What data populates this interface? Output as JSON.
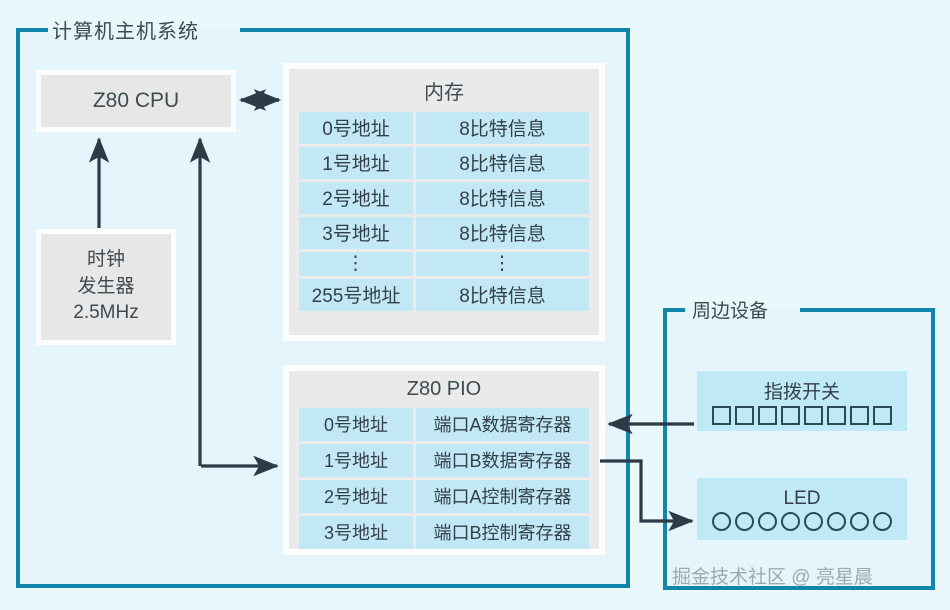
{
  "diagram": {
    "host_group": {
      "title": "计算机主机系统"
    },
    "peripheral_group": {
      "title": "周边设备"
    },
    "cpu": {
      "label": "Z80 CPU"
    },
    "clock": {
      "line1": "时钟",
      "line2": "发生器",
      "line3": "2.5MHz"
    },
    "memory": {
      "title": "内存",
      "rows": [
        {
          "addr": "0号地址",
          "value": "8比特信息"
        },
        {
          "addr": "1号地址",
          "value": "8比特信息"
        },
        {
          "addr": "2号地址",
          "value": "8比特信息"
        },
        {
          "addr": "3号地址",
          "value": "8比特信息"
        },
        {
          "addr": "⋮",
          "value": "⋮"
        },
        {
          "addr": "255号地址",
          "value": "8比特信息"
        }
      ]
    },
    "pio": {
      "title": "Z80 PIO",
      "rows": [
        {
          "addr": "0号地址",
          "value": "端口A数据寄存器"
        },
        {
          "addr": "1号地址",
          "value": "端口B数据寄存器"
        },
        {
          "addr": "2号地址",
          "value": "端口A控制寄存器"
        },
        {
          "addr": "3号地址",
          "value": "端口B控制寄存器"
        }
      ]
    },
    "dip_switch": {
      "title": "指拨开关",
      "count": 8
    },
    "led": {
      "title": "LED",
      "count": 8
    },
    "watermark": "掘金技术社区 @ 亮星晨",
    "colors": {
      "frame_border": "#1186ab",
      "frame_fill": "#e4f6fb",
      "panel_fill": "#ebeaea",
      "cell_fill": "#c3e8f5",
      "device_fill": "#bfe9f6",
      "arrow": "#2c3b45",
      "text": "#3f4a50"
    }
  }
}
